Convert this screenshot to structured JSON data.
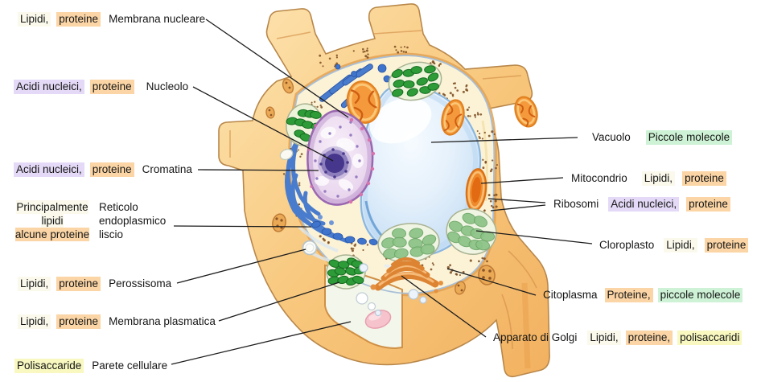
{
  "figure": {
    "background": "#ffffff",
    "leader_line_color": "#1c1c1c",
    "text_color": "#161616"
  },
  "highlight_colors": {
    "peach": "#fbd5a5",
    "lav": "#e4daf7",
    "green": "#cdf2d5",
    "ivory": "#fbf9ec",
    "yellow": "#f8f8c0"
  },
  "organelle_colors": {
    "cell_wall": "#f6c377",
    "cytoplasm": "#fcf3d7",
    "vacuole": "#d9eaf9",
    "nucleus": "#eedcf1",
    "nucleolus": "#46368c",
    "er": "#4a7ccd",
    "chloroplast": "#2d9b37",
    "mitochondrion": "#f49a3c",
    "golgi": "#dd8433"
  },
  "labels": {
    "membrana_nucleare": {
      "parts": [
        {
          "t": "Lipidi,",
          "hl": "ivory"
        },
        {
          "t": "proteine",
          "hl": "peach"
        },
        {
          "t": "Membrana nucleare",
          "hl": "none"
        }
      ]
    },
    "nucleolo": {
      "parts": [
        {
          "t": "Acidi nucleici,",
          "hl": "lav"
        },
        {
          "t": "proteine",
          "hl": "peach"
        },
        {
          "t": "Nucleolo",
          "hl": "none"
        }
      ]
    },
    "cromatina": {
      "parts": [
        {
          "t": "Acidi nucleici,",
          "hl": "lav"
        },
        {
          "t": "proteine",
          "hl": "peach"
        },
        {
          "t": "Cromatina",
          "hl": "none"
        }
      ]
    },
    "reticolo": {
      "comp_lines": [
        {
          "t": "Principalmente",
          "hl": "ivory"
        },
        {
          "t": "lipidi",
          "hl": "ivory"
        },
        {
          "t": "alcune proteine",
          "hl": "peach"
        }
      ],
      "name_lines": [
        {
          "t": "Reticolo"
        },
        {
          "t": "endoplasmico"
        },
        {
          "t": "liscio"
        }
      ]
    },
    "perossisoma": {
      "parts": [
        {
          "t": "Lipidi,",
          "hl": "ivory"
        },
        {
          "t": "proteine",
          "hl": "peach"
        },
        {
          "t": "Perossisoma",
          "hl": "none"
        }
      ]
    },
    "membrana_plasmatica": {
      "parts": [
        {
          "t": "Lipidi,",
          "hl": "ivory"
        },
        {
          "t": "proteine",
          "hl": "peach"
        },
        {
          "t": "Membrana plasmatica",
          "hl": "none"
        }
      ]
    },
    "parete_cellulare": {
      "parts": [
        {
          "t": "Polisaccaride",
          "hl": "yellow"
        },
        {
          "t": "Parete cellulare",
          "hl": "none"
        }
      ]
    },
    "vacuolo": {
      "parts": [
        {
          "t": "Vacuolo",
          "hl": "none"
        },
        {
          "t": "Piccole molecole",
          "hl": "green"
        }
      ]
    },
    "mitocondrio": {
      "parts": [
        {
          "t": "Mitocondrio",
          "hl": "none"
        },
        {
          "t": "Lipidi,",
          "hl": "ivory"
        },
        {
          "t": "proteine",
          "hl": "peach"
        }
      ]
    },
    "ribosomi": {
      "parts": [
        {
          "t": "Ribosomi",
          "hl": "none"
        },
        {
          "t": "Acidi nucleici,",
          "hl": "lav"
        },
        {
          "t": "proteine",
          "hl": "peach"
        }
      ]
    },
    "cloroplasto": {
      "parts": [
        {
          "t": "Cloroplasto",
          "hl": "none"
        },
        {
          "t": "Lipidi,",
          "hl": "ivory"
        },
        {
          "t": "proteine",
          "hl": "peach"
        }
      ]
    },
    "citoplasma": {
      "parts": [
        {
          "t": "Citoplasma",
          "hl": "none"
        },
        {
          "t": "Proteine,",
          "hl": "peach"
        },
        {
          "t": "piccole molecole",
          "hl": "green"
        }
      ]
    },
    "apparato_golgi": {
      "parts": [
        {
          "t": "Apparato di Golgi",
          "hl": "none"
        },
        {
          "t": "Lipidi,",
          "hl": "ivory"
        },
        {
          "t": "proteine,",
          "hl": "peach"
        },
        {
          "t": "polisaccaridi",
          "hl": "yellow"
        }
      ]
    }
  }
}
